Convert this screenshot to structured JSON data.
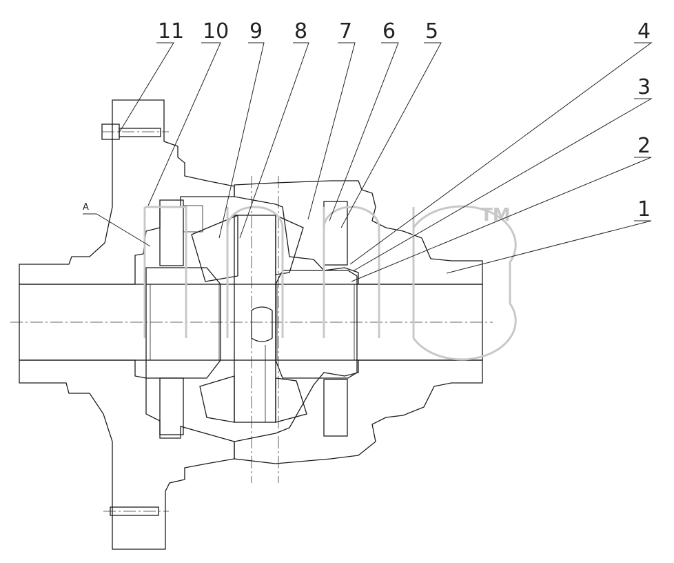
{
  "callouts": {
    "c1": "1",
    "c2": "2",
    "c3": "3",
    "c4": "4",
    "c5": "5",
    "c6": "6",
    "c7": "7",
    "c8": "8",
    "c9": "9",
    "c10": "10",
    "c11": "11",
    "cA": "A"
  },
  "watermark": {
    "mark": "TM"
  }
}
